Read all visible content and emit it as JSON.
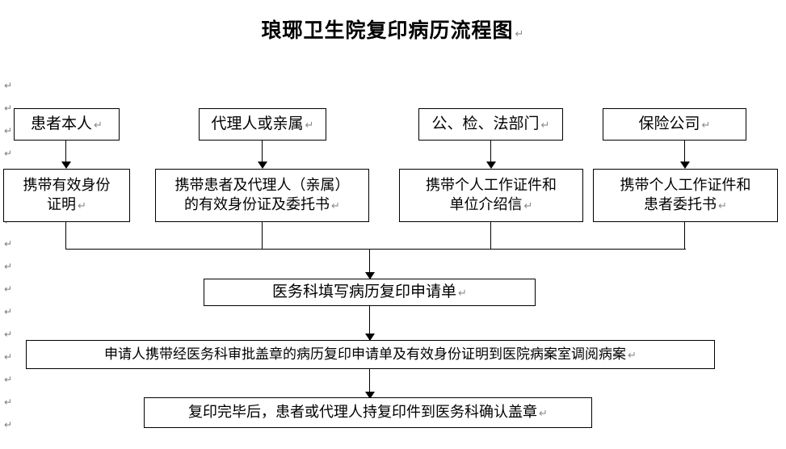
{
  "document": {
    "title": "琅琊卫生院复印病历流程图",
    "pilcrow": "↵",
    "margin_mark": "↵",
    "margin_mark_count": 16
  },
  "flowchart": {
    "type": "flowchart",
    "orientation": "top-to-bottom",
    "nodes": [
      {
        "id": "applicant-patient",
        "label": "患者本人",
        "row": 1,
        "column": 1
      },
      {
        "id": "applicant-agent",
        "label": "代理人或亲属",
        "row": 1,
        "column": 2
      },
      {
        "id": "applicant-authority",
        "label": "公、检、法部门",
        "row": 1,
        "column": 3
      },
      {
        "id": "applicant-insurance",
        "label": "保险公司",
        "row": 1,
        "column": 4
      },
      {
        "id": "docs-patient",
        "label": "携带有效身份证明",
        "label_line1": "携带有效身份",
        "label_line2": "证明",
        "row": 2,
        "column": 1
      },
      {
        "id": "docs-agent",
        "label": "携带患者及代理人（亲属）的有效身份证及委托书",
        "label_line1": "携带患者及代理人（亲属）",
        "label_line2": "的有效身份证及委托书",
        "row": 2,
        "column": 2
      },
      {
        "id": "docs-authority",
        "label": "携带个人工作证件和单位介绍信",
        "label_line1": "携带个人工作证件和",
        "label_line2": "单位介绍信",
        "row": 2,
        "column": 3
      },
      {
        "id": "docs-insurance",
        "label": "携带个人工作证件和患者委托书",
        "label_line1": "携带个人工作证件和",
        "label_line2": "患者委托书",
        "row": 2,
        "column": 4
      },
      {
        "id": "apply-form",
        "label": "医务科填写病历复印申请单",
        "row": 3,
        "column": 0
      },
      {
        "id": "retrieve-record",
        "label": "申请人携带经医务科审批盖章的病历复印申请单及有效身份证明到医院病案室调阅病案",
        "row": 4,
        "column": 0
      },
      {
        "id": "confirm-seal",
        "label": "复印完毕后，患者或代理人持复印件到医务科确认盖章",
        "row": 5,
        "column": 0
      }
    ],
    "edges": [
      {
        "from": "applicant-patient",
        "to": "docs-patient"
      },
      {
        "from": "applicant-agent",
        "to": "docs-agent"
      },
      {
        "from": "applicant-authority",
        "to": "docs-authority"
      },
      {
        "from": "applicant-insurance",
        "to": "docs-insurance"
      },
      {
        "from": "docs-patient",
        "to": "apply-form"
      },
      {
        "from": "docs-agent",
        "to": "apply-form"
      },
      {
        "from": "docs-authority",
        "to": "apply-form"
      },
      {
        "from": "docs-insurance",
        "to": "apply-form"
      },
      {
        "from": "apply-form",
        "to": "retrieve-record"
      },
      {
        "from": "retrieve-record",
        "to": "confirm-seal"
      }
    ]
  },
  "colors": {
    "line": "#000000",
    "text": "#000000",
    "background": "#ffffff",
    "pilcrow": "#7b7b7b"
  }
}
